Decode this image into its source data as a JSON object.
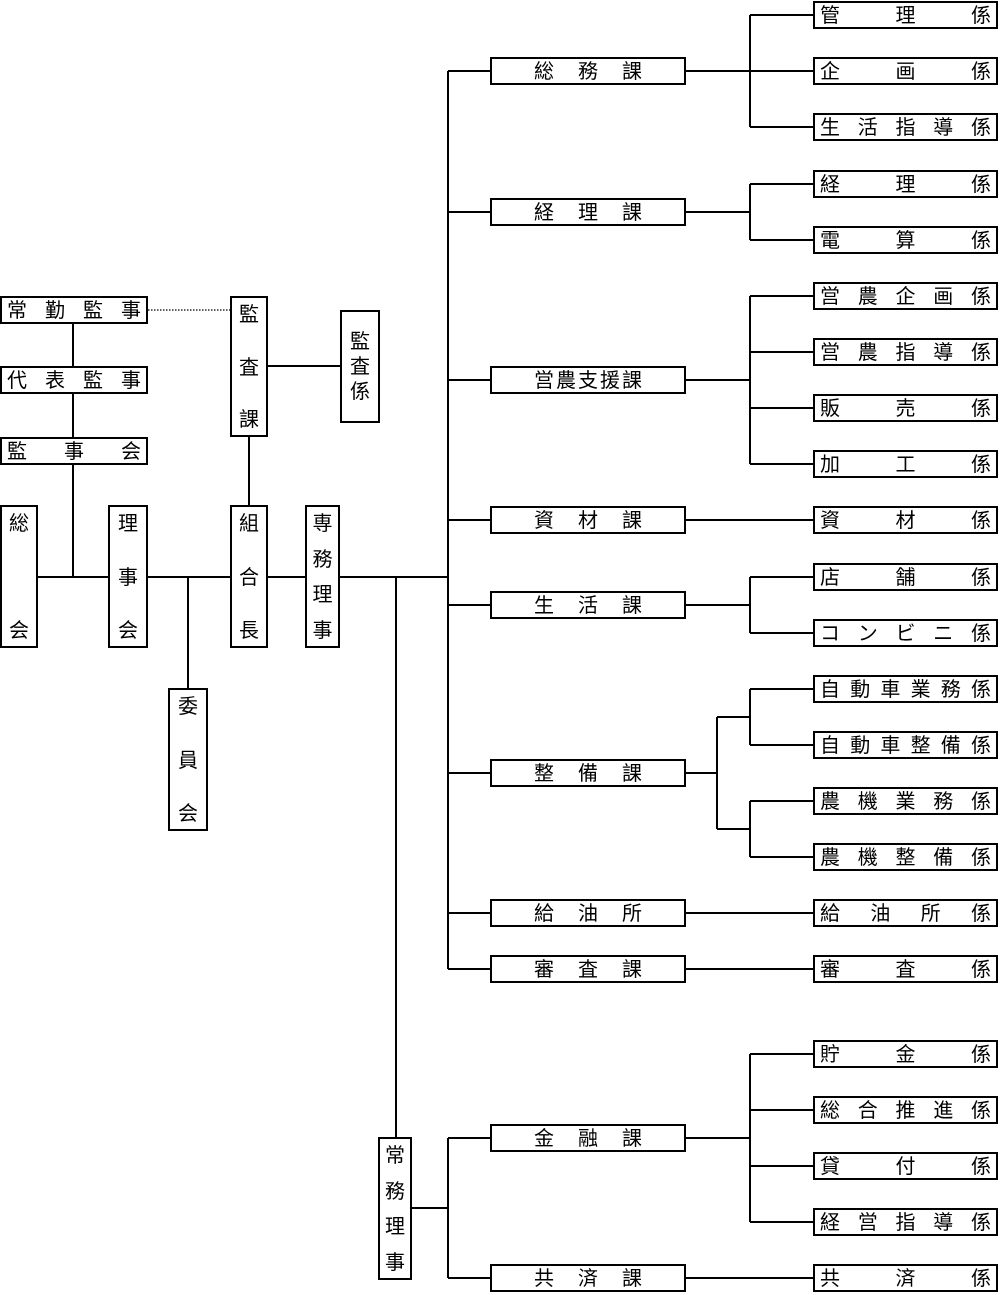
{
  "nodes": [
    {
      "id": "jokin-kanji",
      "label": "常勤監事"
    },
    {
      "id": "daihyo-kanji",
      "label": "代表監事"
    },
    {
      "id": "kanjikai",
      "label": "監事会"
    },
    {
      "id": "sokai",
      "label": "総会"
    },
    {
      "id": "rijikai",
      "label": "理事会"
    },
    {
      "id": "iinkai",
      "label": "委員会"
    },
    {
      "id": "kansa-ka",
      "label": "監査課"
    },
    {
      "id": "kansa-kakari",
      "label": "監査係"
    },
    {
      "id": "kumiaicho",
      "label": "組合長"
    },
    {
      "id": "senmu-riji",
      "label": "専務理事"
    },
    {
      "id": "jomu-riji",
      "label": "常務理事"
    },
    {
      "id": "somu-ka",
      "label": "総務課"
    },
    {
      "id": "keiri-ka",
      "label": "経理課"
    },
    {
      "id": "einou-shien-ka",
      "label": "営農支援課"
    },
    {
      "id": "shizai-ka",
      "label": "資材課"
    },
    {
      "id": "seikatsu-ka",
      "label": "生活課"
    },
    {
      "id": "seibi-ka",
      "label": "整備課"
    },
    {
      "id": "kyuyujo",
      "label": "給油所"
    },
    {
      "id": "shinsa-ka",
      "label": "審査課"
    },
    {
      "id": "kinyu-ka",
      "label": "金融課"
    },
    {
      "id": "kyosai-ka",
      "label": "共済課"
    },
    {
      "id": "kanri-kakari",
      "label": "管理係"
    },
    {
      "id": "kikaku-kakari",
      "label": "企画係"
    },
    {
      "id": "seikatsu-shido-kakari",
      "label": "生活指導係"
    },
    {
      "id": "keiri-kakari",
      "label": "経理係"
    },
    {
      "id": "densan-kakari",
      "label": "電算係"
    },
    {
      "id": "einou-kikaku-kakari",
      "label": "営農企画係"
    },
    {
      "id": "einou-shido-kakari",
      "label": "営農指導係"
    },
    {
      "id": "hanbai-kakari",
      "label": "販売係"
    },
    {
      "id": "kako-kakari",
      "label": "加工係"
    },
    {
      "id": "shizai-kakari",
      "label": "資材係"
    },
    {
      "id": "tenpo-kakari",
      "label": "店舗係"
    },
    {
      "id": "konbini-kakari",
      "label": "コンビニ係"
    },
    {
      "id": "jidosha-gyomu-kakari",
      "label": "自動車業務係"
    },
    {
      "id": "jidosha-seibi-kakari",
      "label": "自動車整備係"
    },
    {
      "id": "noki-gyomu-kakari",
      "label": "農機業務係"
    },
    {
      "id": "noki-seibi-kakari",
      "label": "農機整備係"
    },
    {
      "id": "kyuyujo-kakari",
      "label": "給油所係"
    },
    {
      "id": "shinsa-kakari",
      "label": "審査係"
    },
    {
      "id": "chokin-kakari",
      "label": "貯金係"
    },
    {
      "id": "sogo-suishin-kakari",
      "label": "総合推進係"
    },
    {
      "id": "kashitsuke-kakari",
      "label": "貸付係"
    },
    {
      "id": "keiei-shido-kakari",
      "label": "経営指導係"
    },
    {
      "id": "kyosai-kakari",
      "label": "共済係"
    }
  ]
}
